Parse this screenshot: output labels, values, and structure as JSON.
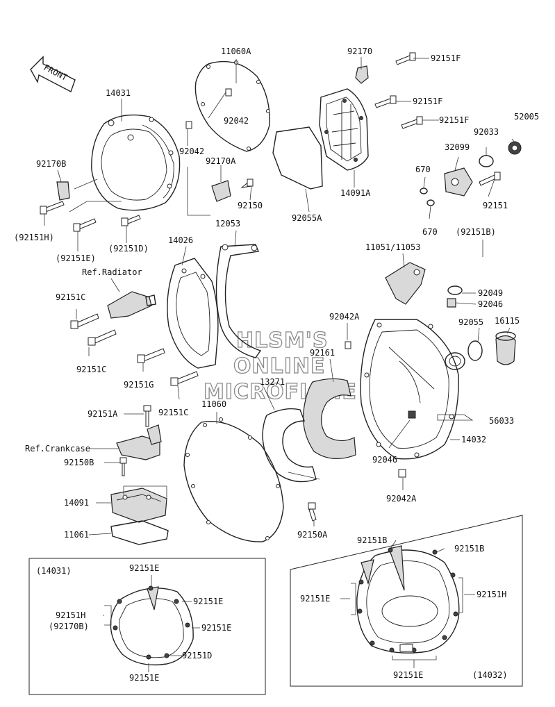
{
  "front_label": "FRONT",
  "watermark": [
    "HLSM'S",
    "ONLINE",
    "MICROFICHE"
  ],
  "labels": {
    "p11060A": "11060A",
    "p92170": "92170",
    "p92151F_a": "92151F",
    "p92151F_b": "92151F",
    "p92151F_c": "92151F",
    "p14031": "14031",
    "p92042_a": "92042",
    "p92042_b": "92042",
    "p92033": "92033",
    "p52005": "52005",
    "p32099": "32099",
    "p92170B": "92170B",
    "p92170A": "92170A",
    "p670_a": "670",
    "p670_b": "670",
    "p14091A": "14091A",
    "p92150": "92150",
    "p92151": "92151",
    "p92055A": "92055A",
    "p92151H": "(92151H)",
    "p92151E_paren": "(92151E)",
    "p92151D_paren": "(92151D)",
    "p12053": "12053",
    "p92151B_paren": "(92151B)",
    "p14026": "14026",
    "p11051": "11051/11053",
    "refRadiator": "Ref.Radiator",
    "p92049": "92049",
    "p92151C_a": "92151C",
    "p92046_a": "92046",
    "p92042A_a": "92042A",
    "p92055": "92055",
    "p16115": "16115",
    "p92161": "92161",
    "p92151C_b": "92151C",
    "p13271": "13271",
    "p92151G": "92151G",
    "p92151C_c": "92151C",
    "p11060": "11060",
    "p92151A": "92151A",
    "p56033": "56033",
    "refCrankcase": "Ref.Crankcase",
    "p14032": "14032",
    "p92150B": "92150B",
    "p92046_b": "92046",
    "p14091": "14091",
    "p92042A_b": "92042A",
    "p11061": "11061",
    "p92150A": "92150A"
  },
  "inset_left": {
    "title": "(14031)",
    "top": "92151E",
    "right_1": "92151E",
    "right_2": "92151E",
    "left_1": "92151H",
    "left_2": "(92170B)",
    "bottom_right": "92151D",
    "bottom": "92151E"
  },
  "inset_right": {
    "title": "(14032)",
    "top_left": "92151B",
    "top_right": "92151B",
    "left": "92151E",
    "right": "92151H",
    "bottom": "92151E"
  }
}
